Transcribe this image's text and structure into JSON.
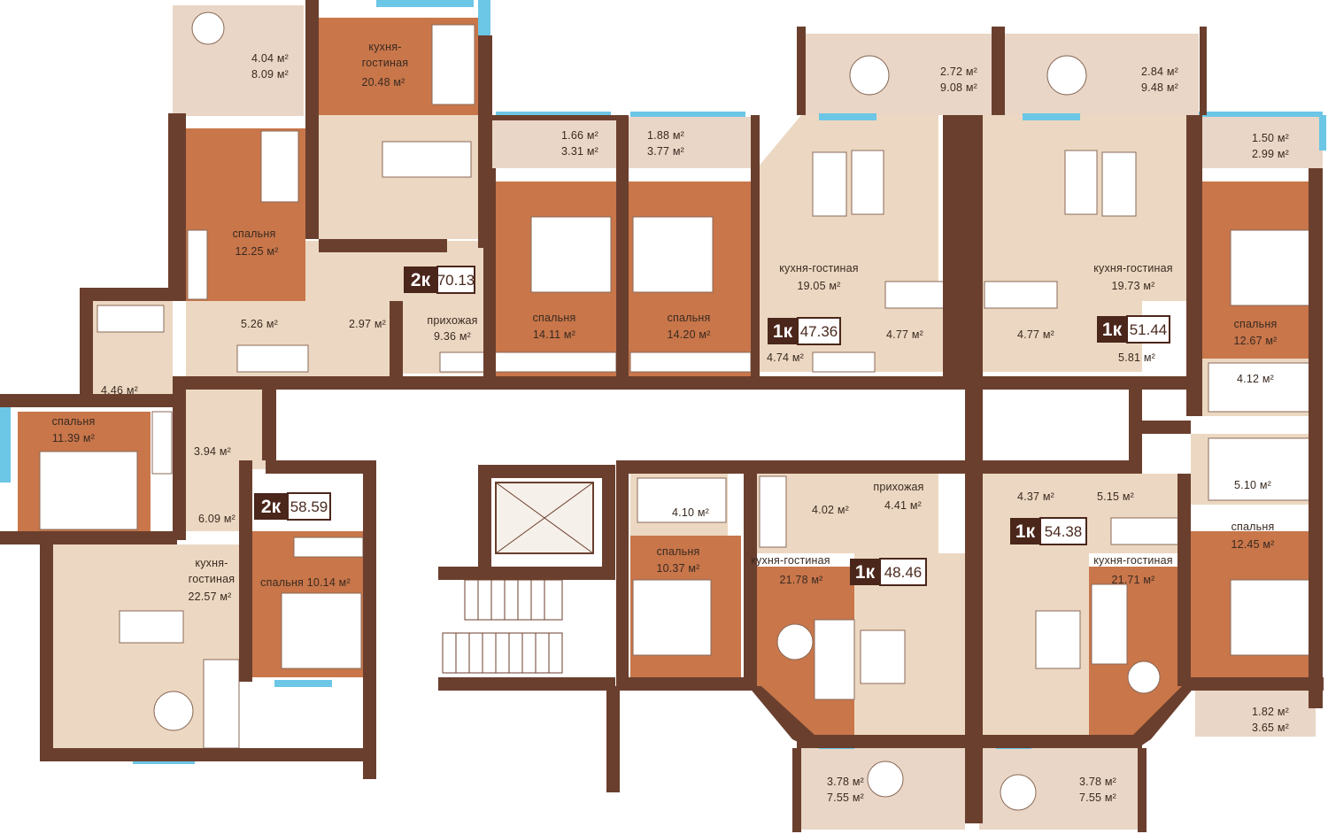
{
  "colors": {
    "wall": "#6b3f2e",
    "wood": "#c8764a",
    "tile": "#ecd8c2",
    "balcony": "#e9d6c6",
    "window": "#6cc6e6",
    "badge": "#4b261b"
  },
  "apartments": [
    {
      "rooms": "2к",
      "area": "70.13"
    },
    {
      "rooms": "2к",
      "area": "58.59"
    },
    {
      "rooms": "1к",
      "area": "47.36"
    },
    {
      "rooms": "1к",
      "area": "51.44"
    },
    {
      "rooms": "1к",
      "area": "48.46"
    },
    {
      "rooms": "1к",
      "area": "54.38"
    }
  ],
  "rooms": {
    "r1": {
      "name": "кухня-",
      "name2": "гостиная",
      "area": "20.48 м²"
    },
    "r2": {
      "name": "спальня",
      "area": "12.25 м²"
    },
    "r3": {
      "area": "5.26 м²"
    },
    "r4": {
      "area": "2.97 м²"
    },
    "r5": {
      "name": "прихожая",
      "area": "9.36 м²"
    },
    "r6": {
      "name": "спальня",
      "area": "14.11 м²"
    },
    "r7": {
      "name": "спальня",
      "area": "14.20 м²"
    },
    "r8": {
      "name": "кухня-гостиная",
      "area": "19.05 м²"
    },
    "r9": {
      "area": "4.74 м²"
    },
    "r10": {
      "area": "4.77 м²"
    },
    "r11": {
      "area": "4.77 м²"
    },
    "r12": {
      "name": "кухня-гостиная",
      "area": "19.73 м²"
    },
    "r13": {
      "area": "5.81 м²"
    },
    "r14": {
      "name": "спальня",
      "area": "12.67 м²"
    },
    "r15": {
      "area": "4.12 м²"
    },
    "r16": {
      "area": "4.46 м²"
    },
    "r17": {
      "name": "спальня",
      "area": "11.39 м²"
    },
    "r18": {
      "area": "3.94 м²"
    },
    "r19": {
      "area": "6.09 м²"
    },
    "r20": {
      "name": "кухня-",
      "name2": "гостиная",
      "area": "22.57 м²"
    },
    "r21": {
      "name": "спальня 10.14 м²"
    },
    "r22": {
      "area": "4.10 м²"
    },
    "r23": {
      "name": "спальня",
      "area": "10.37 м²"
    },
    "r24": {
      "area": "4.02 м²"
    },
    "r25": {
      "name": "прихожая",
      "area": "4.41 м²"
    },
    "r26": {
      "name": "кухня-гостиная",
      "area": "21.78 м²"
    },
    "r27": {
      "area": "4.37 м²"
    },
    "r28": {
      "area": "5.15 м²"
    },
    "r29": {
      "area": "5.10 м²"
    },
    "r30": {
      "name": "кухня-гостиная",
      "area": "21.71 м²"
    },
    "r31": {
      "name": "спальня",
      "area": "12.45 м²"
    }
  },
  "balconies": {
    "b1": {
      "a": "4.04 м²",
      "b": "8.09 м²"
    },
    "b2": {
      "a": "2.72 м²",
      "b": "9.08 м²"
    },
    "b3": {
      "a": "2.84 м²",
      "b": "9.48 м²"
    },
    "b4": {
      "a": "1.66 м²",
      "b": "3.31 м²"
    },
    "b5": {
      "a": "1.88 м²",
      "b": "3.77 м²"
    },
    "b6": {
      "a": "1.50 м²",
      "b": "2.99 м²"
    },
    "b7": {
      "a": "1.82 м²",
      "b": "3.65 м²"
    },
    "b8": {
      "a": "3.78 м²",
      "b": "7.55 м²"
    },
    "b9": {
      "a": "3.78 м²",
      "b": "7.55 м²"
    }
  }
}
